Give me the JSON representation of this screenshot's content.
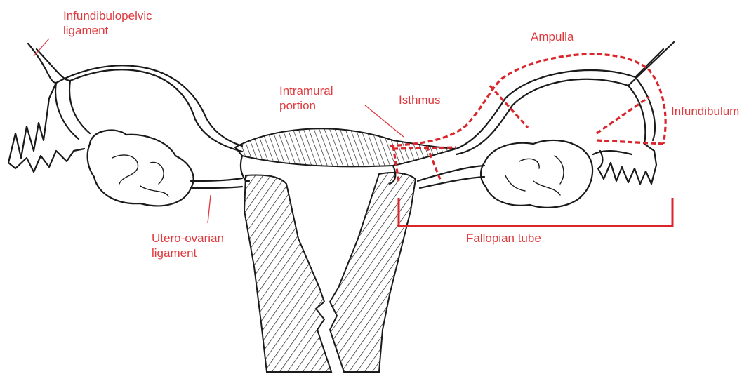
{
  "labels": {
    "infundibulopelvic_ligament": [
      "Infundibulopelvic",
      "ligament"
    ],
    "ampulla": "Ampulla",
    "intramural_portion": [
      "Intramural",
      "portion"
    ],
    "isthmus": "Isthmus",
    "infundibulum": "Infundibulum",
    "utero_ovarian_ligament": [
      "Utero-ovarian",
      "ligament"
    ],
    "fallopian_tube": "Fallopian tube"
  },
  "colors": {
    "label": "#e03a3e",
    "annotation": "#d9262c",
    "ink": "#1a1a1a"
  }
}
